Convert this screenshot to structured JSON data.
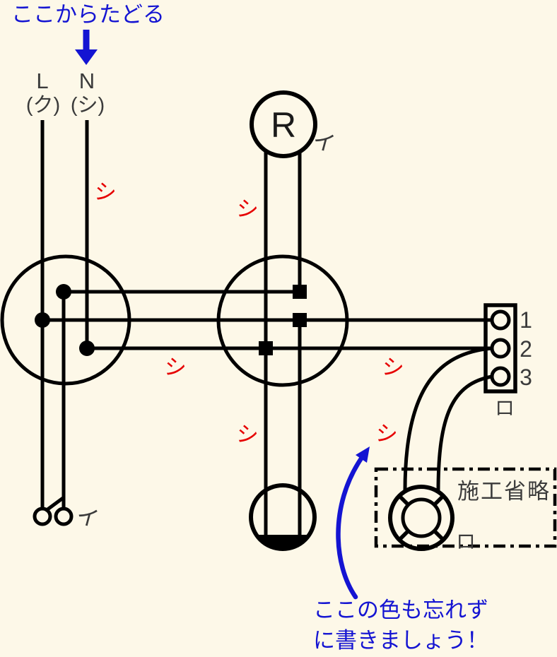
{
  "colors": {
    "background": "#fdf8e8",
    "line": "#000000",
    "label": "#3b3b3b",
    "wire_color_red": "#e60000",
    "annotation_blue": "#1414d2"
  },
  "notes": {
    "trace": "ここからたどる",
    "remember_line1": "ここの色も忘れず",
    "remember_line2": "に書きましょう！"
  },
  "source": {
    "l_label": "L",
    "l_wire_color": "(ク)",
    "n_label": "N",
    "n_wire_color": "(シ)"
  },
  "lamp_r": {
    "letter": "R",
    "circuit": "イ"
  },
  "switch": {
    "circuit": "イ"
  },
  "terminal_block": {
    "terminals": [
      "1",
      "2",
      "3"
    ],
    "circuit": "ロ"
  },
  "omitted_section": {
    "caption": "施工省略",
    "lamp_circuit": "ロ"
  },
  "wire_color_labels": [
    "シ",
    "シ",
    "シ",
    "シ",
    "シ",
    "シ"
  ]
}
